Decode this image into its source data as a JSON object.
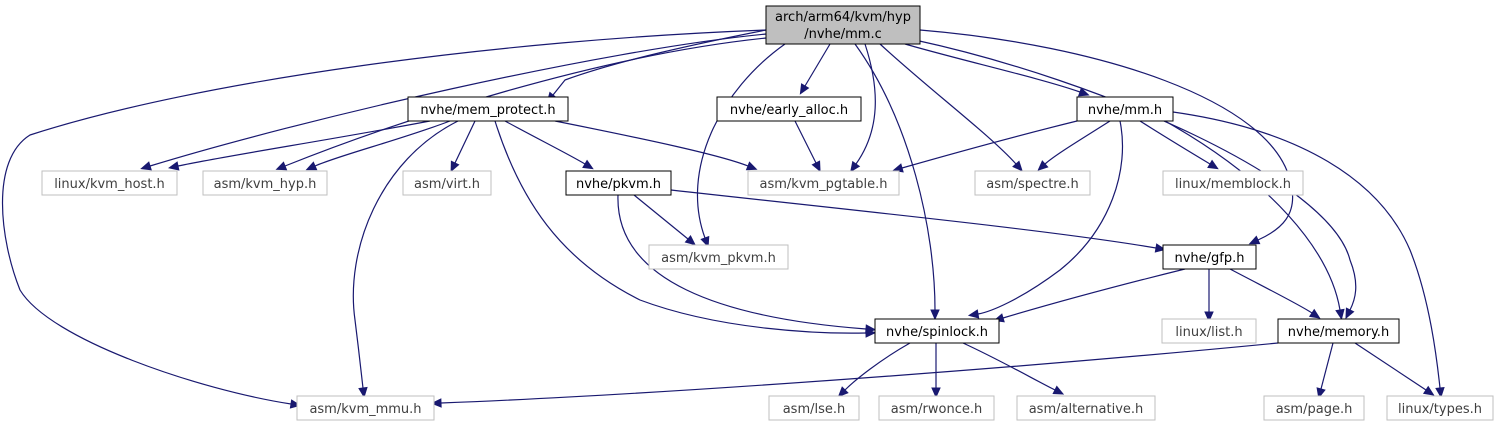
{
  "colors": {
    "edge": "#191970",
    "root_fill": "#bfbfbf",
    "documented_border": "#000000",
    "external_border": "#bfbfbf",
    "external_text": "#3f3f3f"
  },
  "nodes": {
    "root": {
      "lines": [
        "arch/arm64/kvm/hyp",
        "/nvhe/mm.c"
      ],
      "kind": "root"
    },
    "mem_protect": {
      "label": "nvhe/mem_protect.h",
      "kind": "documented"
    },
    "early_alloc": {
      "label": "nvhe/early_alloc.h",
      "kind": "documented"
    },
    "mm_h": {
      "label": "nvhe/mm.h",
      "kind": "documented"
    },
    "kvm_host": {
      "label": "linux/kvm_host.h",
      "kind": "external"
    },
    "kvm_hyp": {
      "label": "asm/kvm_hyp.h",
      "kind": "external"
    },
    "virt": {
      "label": "asm/virt.h",
      "kind": "external"
    },
    "pkvm": {
      "label": "nvhe/pkvm.h",
      "kind": "documented"
    },
    "kvm_pgtable": {
      "label": "asm/kvm_pgtable.h",
      "kind": "external"
    },
    "spectre": {
      "label": "asm/spectre.h",
      "kind": "external"
    },
    "memblock": {
      "label": "linux/memblock.h",
      "kind": "external"
    },
    "kvm_pkvm": {
      "label": "asm/kvm_pkvm.h",
      "kind": "external"
    },
    "gfp": {
      "label": "nvhe/gfp.h",
      "kind": "documented"
    },
    "list": {
      "label": "linux/list.h",
      "kind": "external"
    },
    "spinlock": {
      "label": "nvhe/spinlock.h",
      "kind": "documented"
    },
    "memory": {
      "label": "nvhe/memory.h",
      "kind": "documented"
    },
    "kvm_mmu": {
      "label": "asm/kvm_mmu.h",
      "kind": "external"
    },
    "lse": {
      "label": "asm/lse.h",
      "kind": "external"
    },
    "rwonce": {
      "label": "asm/rwonce.h",
      "kind": "external"
    },
    "alternative": {
      "label": "asm/alternative.h",
      "kind": "external"
    },
    "page": {
      "label": "asm/page.h",
      "kind": "external"
    },
    "types": {
      "label": "linux/types.h",
      "kind": "external"
    }
  },
  "edges": [
    [
      "root",
      "mem_protect"
    ],
    [
      "root",
      "early_alloc"
    ],
    [
      "root",
      "mm_h"
    ],
    [
      "root",
      "kvm_host"
    ],
    [
      "root",
      "kvm_hyp"
    ],
    [
      "root",
      "kvm_pgtable"
    ],
    [
      "root",
      "spectre"
    ],
    [
      "root",
      "kvm_pkvm"
    ],
    [
      "root",
      "gfp"
    ],
    [
      "root",
      "spinlock"
    ],
    [
      "root",
      "memory"
    ],
    [
      "root",
      "kvm_mmu"
    ],
    [
      "mem_protect",
      "kvm_host"
    ],
    [
      "mem_protect",
      "kvm_hyp"
    ],
    [
      "mem_protect",
      "virt"
    ],
    [
      "mem_protect",
      "pkvm"
    ],
    [
      "mem_protect",
      "kvm_pgtable"
    ],
    [
      "mem_protect",
      "spinlock"
    ],
    [
      "mem_protect",
      "kvm_mmu"
    ],
    [
      "early_alloc",
      "kvm_pgtable"
    ],
    [
      "mm_h",
      "kvm_pgtable"
    ],
    [
      "mm_h",
      "spectre"
    ],
    [
      "mm_h",
      "memblock"
    ],
    [
      "mm_h",
      "spinlock"
    ],
    [
      "mm_h",
      "memory"
    ],
    [
      "mm_h",
      "types"
    ],
    [
      "pkvm",
      "kvm_pkvm"
    ],
    [
      "pkvm",
      "spinlock"
    ],
    [
      "pkvm",
      "gfp"
    ],
    [
      "gfp",
      "list"
    ],
    [
      "gfp",
      "spinlock"
    ],
    [
      "gfp",
      "memory"
    ],
    [
      "spinlock",
      "lse"
    ],
    [
      "spinlock",
      "rwonce"
    ],
    [
      "spinlock",
      "alternative"
    ],
    [
      "memory",
      "kvm_mmu"
    ],
    [
      "memory",
      "page"
    ],
    [
      "memory",
      "types"
    ]
  ]
}
